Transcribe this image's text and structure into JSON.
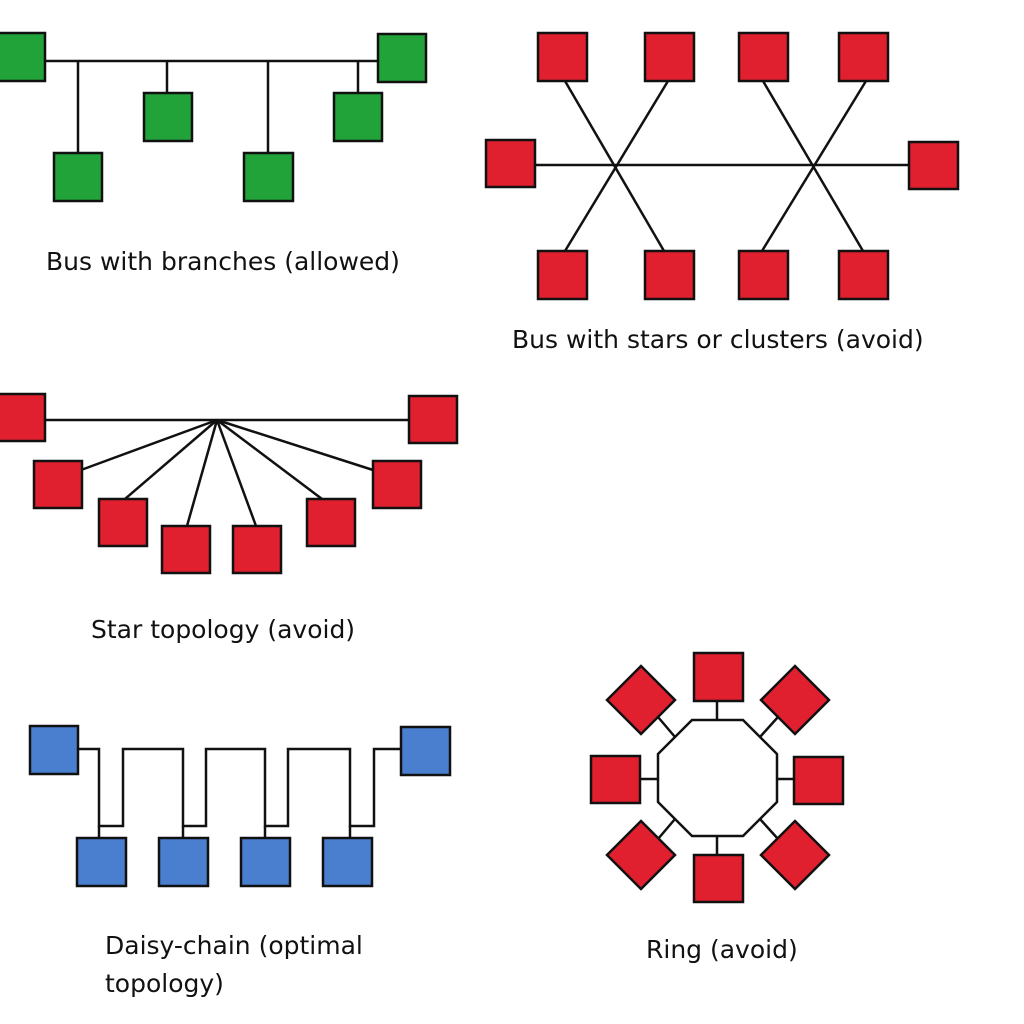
{
  "colors": {
    "allowed": "#22a33a",
    "avoid": "#e0202e",
    "optimal": "#4a7fcf",
    "wire": "#111111"
  },
  "diagrams": {
    "bus_branches": {
      "label": "Bus with branches (allowed)",
      "status": "allowed",
      "node_count": 6
    },
    "bus_stars": {
      "label": "Bus with stars or clusters (avoid)",
      "status": "avoid",
      "node_count": 10
    },
    "star": {
      "label": "Star topology (avoid)",
      "status": "avoid",
      "node_count": 8
    },
    "daisy_chain": {
      "label_line1": "Daisy-chain (optimal",
      "label_line2": "topology)",
      "status": "optimal",
      "node_count": 6
    },
    "ring": {
      "label": "Ring (avoid)",
      "status": "avoid",
      "node_count": 8
    }
  }
}
